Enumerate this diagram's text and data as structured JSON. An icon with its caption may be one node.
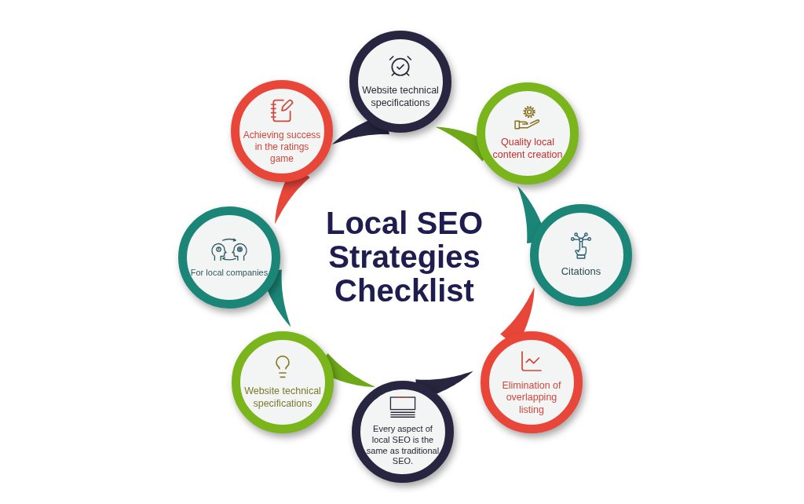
{
  "diagram": {
    "title": "Local SEO Strategies Checklist",
    "nodes": [
      {
        "text": [
          "Website technical specifications"
        ]
      },
      {
        "text": [
          "Quality local content creation"
        ]
      },
      {
        "text": [
          "Citations"
        ]
      },
      {
        "text": [
          "Elimination of overlapping listing"
        ]
      },
      {
        "text": [
          "Every aspect of local SEO is the same as traditional SEO."
        ]
      },
      {
        "text": [
          "Website technical specifications"
        ]
      },
      {
        "text": [
          "For local companies"
        ]
      },
      {
        "text": [
          "Achieving success in the ratings game"
        ]
      }
    ]
  }
}
